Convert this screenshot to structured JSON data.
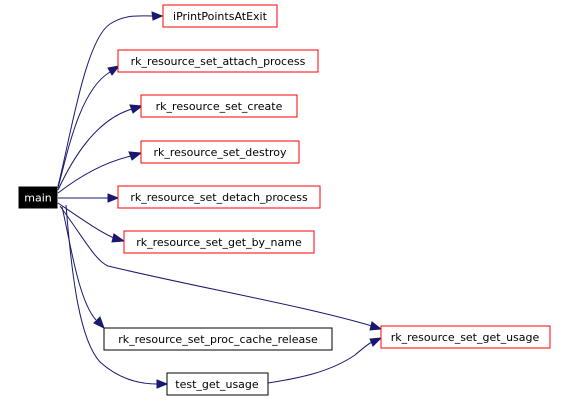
{
  "diagram": {
    "nodes": [
      {
        "id": "main",
        "label": "main",
        "style": "root"
      },
      {
        "id": "iPrintPointsAtExit",
        "label": "iPrintPointsAtExit",
        "style": "link"
      },
      {
        "id": "attach",
        "label": "rk_resource_set_attach_process",
        "style": "link"
      },
      {
        "id": "create",
        "label": "rk_resource_set_create",
        "style": "link"
      },
      {
        "id": "destroy",
        "label": "rk_resource_set_destroy",
        "style": "link"
      },
      {
        "id": "detach",
        "label": "rk_resource_set_detach_process",
        "style": "link"
      },
      {
        "id": "getbyname",
        "label": "rk_resource_set_get_by_name",
        "style": "link"
      },
      {
        "id": "cache",
        "label": "rk_resource_set_proc_cache_release",
        "style": "plain"
      },
      {
        "id": "test_get_usage",
        "label": "test_get_usage",
        "style": "plain"
      },
      {
        "id": "getusage",
        "label": "rk_resource_set_get_usage",
        "style": "link"
      }
    ],
    "edges": [
      {
        "from": "main",
        "to": "iPrintPointsAtExit"
      },
      {
        "from": "main",
        "to": "attach"
      },
      {
        "from": "main",
        "to": "create"
      },
      {
        "from": "main",
        "to": "destroy"
      },
      {
        "from": "main",
        "to": "detach"
      },
      {
        "from": "main",
        "to": "getbyname"
      },
      {
        "from": "main",
        "to": "getusage"
      },
      {
        "from": "main",
        "to": "cache"
      },
      {
        "from": "main",
        "to": "test_get_usage"
      },
      {
        "from": "test_get_usage",
        "to": "getusage"
      }
    ],
    "colors": {
      "edge": "#191970",
      "link_border": "#ff0000",
      "plain_border": "#000000",
      "root_fill": "#000000",
      "root_text": "#ffffff",
      "text": "#000000"
    }
  }
}
